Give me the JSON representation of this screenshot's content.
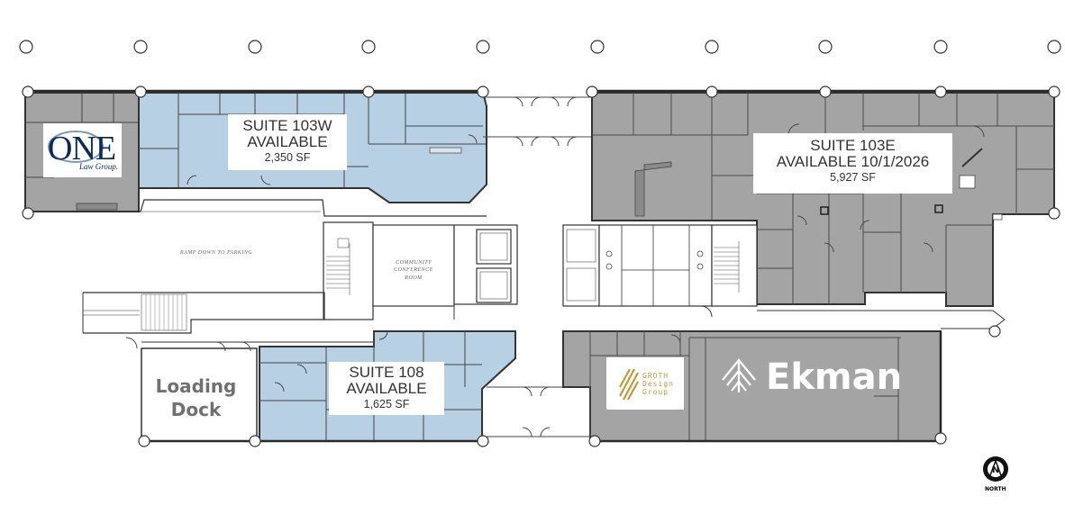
{
  "suites": [
    {
      "title": "SUITE 103W",
      "status": "AVAILABLE",
      "area": "2,350 SF"
    },
    {
      "title": "SUITE 103E",
      "status": "AVAILABLE 10/1/2026",
      "area": "5,927 SF"
    },
    {
      "title": "SUITE 108",
      "status": "AVAILABLE",
      "area": "1,625 SF"
    }
  ],
  "rooms": {
    "ramp": "RAMP DOWN TO PARKING",
    "conference_line1": "COMMUNITY",
    "conference_line2": "CONFERENCE",
    "conference_line3": "ROOM",
    "loading_line1": "Loading",
    "loading_line2": "Dock"
  },
  "tenants": {
    "one_word": "ONE",
    "one_sub": "Law Group.",
    "groth_line1": "GROTH",
    "groth_line2": "Design",
    "groth_line3": "Group",
    "ekman": "Ekman"
  },
  "north": {
    "letter": "N",
    "label": "NORTH"
  },
  "colors": {
    "available_suite": "#b8d0e4",
    "leased_suite": "#a4a4a4",
    "wall": "#3a3a3a",
    "ekman_logo": "#ffffff",
    "groth_logo": "#c29a3c",
    "one_logo": "#0d2a57"
  }
}
